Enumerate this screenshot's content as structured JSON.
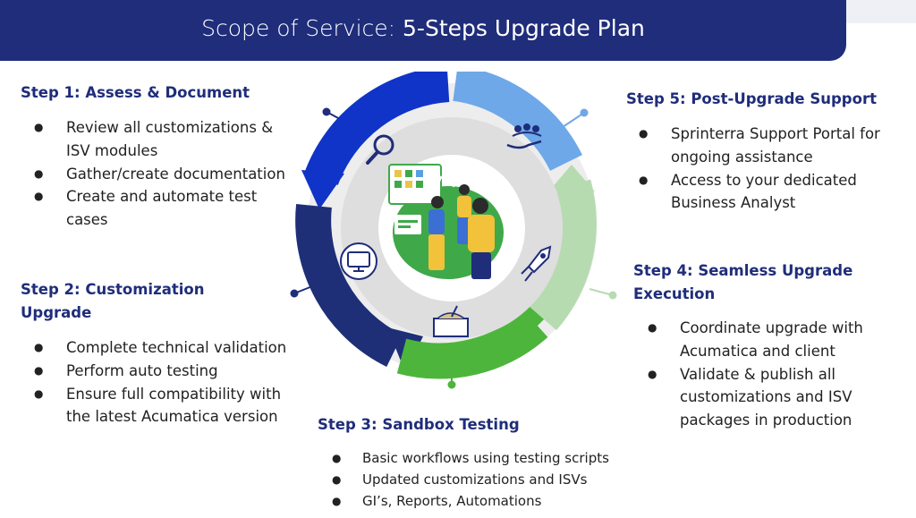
{
  "header": {
    "title_light": "Scope of Service: ",
    "title_bold": "5-Steps Upgrade Plan"
  },
  "steps": [
    {
      "title": "Step 1:  Assess & Document",
      "bullets": [
        "Review all customizations & ISV modules",
        "Gather/create documentation",
        "Create and automate test cases"
      ]
    },
    {
      "title": "Step 2:  Customization Upgrade",
      "bullets": [
        "Complete technical validation",
        "Perform auto testing",
        "Ensure full compatibility with the latest Acumatica version"
      ]
    },
    {
      "title": "Step 3:  Sandbox Testing",
      "bullets": [
        "Basic workflows using testing scripts",
        "Updated customizations and ISVs",
        "GI’s, Reports, Automations"
      ]
    },
    {
      "title": "Step 4: Seamless Upgrade Execution",
      "bullets": [
        "Coordinate upgrade with Acumatica and client",
        "Validate & publish all customizations and ISV packages in production"
      ]
    },
    {
      "title": "Step 5:  Post-Upgrade Support",
      "bullets": [
        "Sprinterra Support Portal for ongoing assistance",
        "Access to your dedicated Business Analyst"
      ]
    }
  ],
  "colors": {
    "header": "#1f2d7a",
    "arc_step1": "#1034c8",
    "arc_step2": "#1e2f78",
    "arc_step3": "#4db53c",
    "arc_step4": "#b7dbb1",
    "arc_step5": "#6ea8e8"
  },
  "icons": [
    "magnifier-icon",
    "team-hand-icon",
    "rocket-icon",
    "sandbox-icon",
    "code-monitor-icon"
  ]
}
